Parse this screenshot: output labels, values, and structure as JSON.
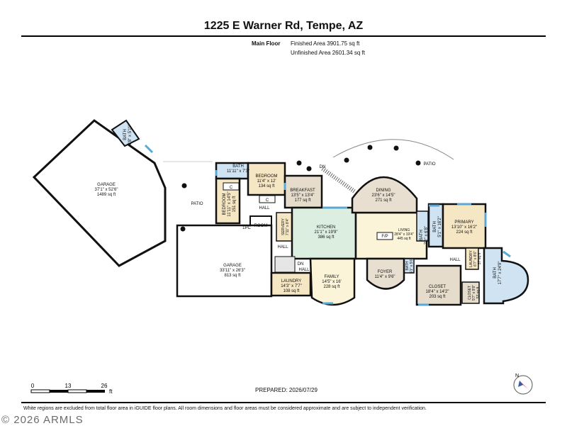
{
  "title": "1225 E Warner Rd, Tempe, AZ",
  "floor": {
    "label": "Main Floor",
    "finished": "Finished Area 3901.75 sq ft",
    "unfinished": "Unfinished Area 2601.34 sq ft"
  },
  "rooms": {
    "garage_big": [
      "GARAGE",
      "37'1\" x 52'6\"",
      "1489 sq ft"
    ],
    "bath_small": [
      "BATH",
      "6'8\" x 5'11\""
    ],
    "bath1": [
      "BATH",
      "11'11\" x 7'3\""
    ],
    "bedroom1": [
      "BEDROOM",
      "11'4\" x 12'",
      "134 sq ft"
    ],
    "breakfast": [
      "BREAKFAST",
      "13'5\" x 13'4\"",
      "177 sq ft"
    ],
    "dining": [
      "DINING",
      "23'6\" x 14'5\"",
      "271 sq ft"
    ],
    "bedroom2": [
      "BEDROOM",
      "11'11\" x 14'5\"",
      "151 sq ft"
    ],
    "kitchen": [
      "KITCHEN",
      "21'1\" x 19'9\"",
      "386 sq ft"
    ],
    "living": [
      "LIVING",
      "28'4\" x 19'4\"",
      "445 sq ft"
    ],
    "primary": [
      "PRIMARY",
      "13'10\" x 16'2\"",
      "224 sq ft"
    ],
    "bath_mid": [
      "BATH",
      "5'1\" x 16'2\""
    ],
    "bath_narrow": [
      "BATH",
      "7'2\" x 6'8\""
    ],
    "garage_small": [
      "GARAGE",
      "33'11\" x 26'3\"",
      "813 sq ft"
    ],
    "laundry1": [
      "LAUNDRY",
      "14'3\" x 7'7\"",
      "108 sq ft"
    ],
    "family": [
      "FAMILY",
      "14'5\" x 16'",
      "228 sq ft"
    ],
    "foyer": [
      "FOYER",
      "11'4\" x 9'6\""
    ],
    "closet1": [
      "CLOSET",
      "18'4\" x 14'2\"",
      "203 sq ft"
    ],
    "closet2": [
      "CLOSET",
      "5'7\" x 9'8\"",
      "53 sq ft"
    ],
    "laundry2": [
      "LAUNDRY",
      "6'7\" x 8'6\"",
      "37 sq ft"
    ],
    "bath_primary": [
      "BATH",
      "17'7\" x 24'9\""
    ],
    "servery": [
      "SERVERY",
      "7'11\" x 8'4\""
    ],
    "bath_foyer": [
      "BATH",
      "5'1\" x 5'6\""
    ],
    "room": "ROOM",
    "patio1": "PATIO",
    "patio2": "PATIO",
    "hall1": "HALL",
    "hall2": "HALL",
    "hall3": "HALL",
    "hall4": "HALL",
    "dn1": "DN",
    "dn2": "DN",
    "fp": "F/P",
    "c1": "C",
    "c2": "C",
    "pc": "1PC"
  },
  "scale": {
    "ticks": [
      "0",
      "13",
      "26"
    ],
    "unit": "ft"
  },
  "prepared": "PREPARED: 2026/07/29",
  "compass_label": "N",
  "footnote": "White regions are excluded from total floor area in iGUIDE floor plans. All room dimensions and floor areas must be considered approximate and are subject to independent verification.",
  "copyright": "2026 ARMLS",
  "colors": {
    "wall": "#111111",
    "bathroom": "#cfe3f2",
    "bedroom": "#f6e7c4",
    "kitchen": "#dbeee0",
    "living": "#fbf4d9",
    "dining": "#e9dfd1",
    "closet": "#e6dccb",
    "window": "#5aa8d6"
  }
}
